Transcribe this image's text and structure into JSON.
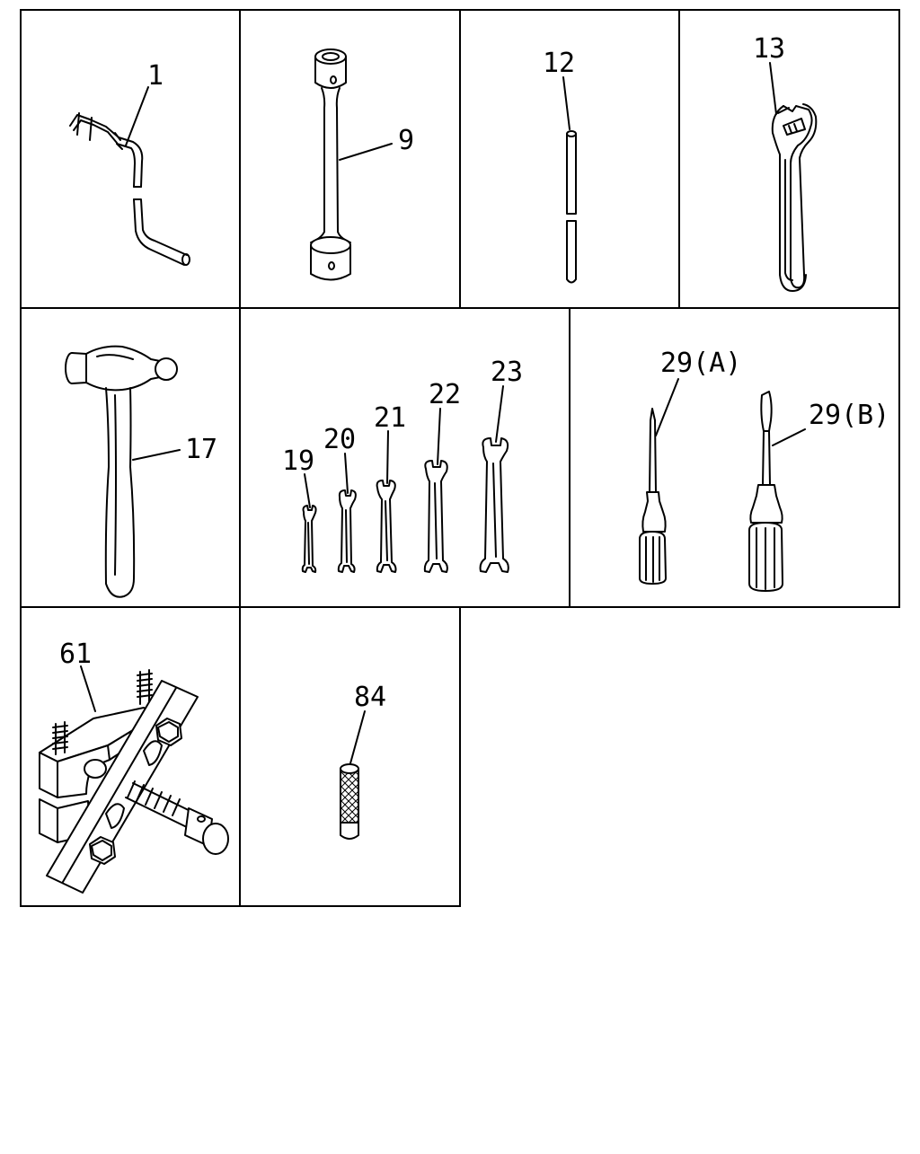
{
  "diagram": {
    "callouts": [
      {
        "id": "1",
        "text": "1"
      },
      {
        "id": "9",
        "text": "9"
      },
      {
        "id": "12",
        "text": "12"
      },
      {
        "id": "13",
        "text": "13"
      },
      {
        "id": "17",
        "text": "17"
      },
      {
        "id": "19",
        "text": "19"
      },
      {
        "id": "20",
        "text": "20"
      },
      {
        "id": "21",
        "text": "21"
      },
      {
        "id": "22",
        "text": "22"
      },
      {
        "id": "23",
        "text": "23"
      },
      {
        "id": "29a",
        "text": "29(A)"
      },
      {
        "id": "29b",
        "text": "29(B)"
      },
      {
        "id": "61",
        "text": "61"
      },
      {
        "id": "84",
        "text": "84"
      }
    ]
  }
}
